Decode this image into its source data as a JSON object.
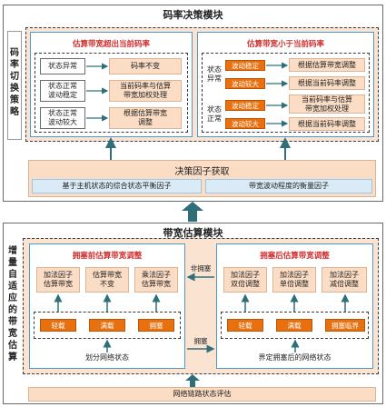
{
  "rate_module": {
    "title": "码率决策模块",
    "side_label": "码率切换策略",
    "left_panel": {
      "title": "估算带宽超出当前码率",
      "rows": [
        {
          "state": "状态异常",
          "action": "码率不变"
        },
        {
          "state": "状态正常\n波动稳定",
          "action": "当前码率与估算\n带宽加权处理"
        },
        {
          "state": "状态正常\n波动较大",
          "action": "根据估算带宽\n调整"
        }
      ]
    },
    "right_panel": {
      "title": "估算带宽小于当前码率",
      "groups": [
        {
          "state": "状态\n异常",
          "items": [
            {
              "tag": "波动稳定",
              "action": "根据估算带宽调整"
            },
            {
              "tag": "波动较大",
              "action": "根据当前码率调整"
            }
          ]
        },
        {
          "state": "状态\n正常",
          "items": [
            {
              "tag": "波动稳定",
              "action": "当前码率与估算\n带宽加权处理"
            },
            {
              "tag": "波动较大",
              "action": "根据当前码率调整"
            }
          ]
        }
      ]
    },
    "factor": {
      "title": "决策因子获取",
      "items": [
        "基于主机状态的综合状态平衡因子",
        "带宽波动程度的衡量因子"
      ]
    }
  },
  "bw_module": {
    "title": "带宽估算模块",
    "side_label": "增量自适应的带宽估算",
    "left_panel": {
      "title": "拥塞前估算带宽调整",
      "factors": [
        "加法因子\n估算带宽",
        "估算带宽\n不变",
        "乘法因子\n估算带宽"
      ],
      "states": [
        "轻载",
        "满载",
        "拥塞"
      ],
      "footer": "划分网络状态"
    },
    "right_panel": {
      "title": "拥塞后估算带宽调整",
      "factors": [
        "加法因子\n双倍调整",
        "加法因子\n单倍调整",
        "加法因子\n减倍调整"
      ],
      "states": [
        "轻载",
        "满载",
        "拥塞临界"
      ],
      "footer": "界定拥塞后的网络状态"
    },
    "arrow_top_label": "非拥塞",
    "arrow_bottom_label": "拥塞",
    "footer": "网络链路状态评估"
  },
  "colors": {
    "panel_border": "#4f9acb",
    "peach": "#fbdcc4",
    "orange": "#e8700f",
    "red_title": "#d12c2c",
    "connector": "#2f6f7a"
  }
}
